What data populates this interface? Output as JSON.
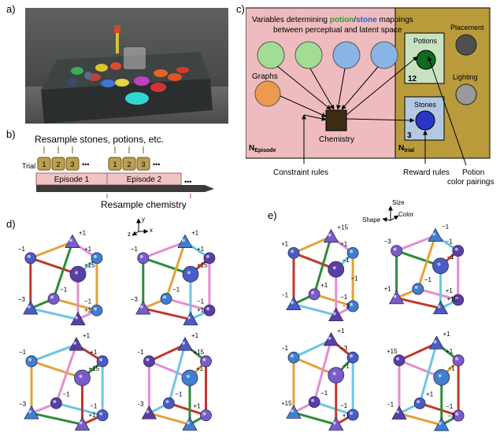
{
  "panels": {
    "a": {
      "label": "a)"
    },
    "b": {
      "label": "b)",
      "resample_top": "Resample stones, potions, etc.",
      "trial_label": "Trial",
      "trials": [
        "1",
        "2",
        "3"
      ],
      "ellipsis": "•••",
      "episodes": [
        "Episode 1",
        "Episode 2"
      ],
      "resample_bottom": "Resample chemistry"
    },
    "c": {
      "label": "c)",
      "title_pre": "Variables determining ",
      "title_potion": "potion",
      "title_slash": "/",
      "title_stone": "stone",
      "title_post": " mappings",
      "title_line2": "between perceptual and latent space",
      "graphs": "Graphs",
      "chemistry": "Chemistry",
      "n_episode": "N",
      "n_episode_sub": "Episode",
      "potions": "Potions",
      "potions_count": "12",
      "stones": "Stones",
      "stones_count": "3",
      "n_trial": "N",
      "n_trial_sub": "trial",
      "placement": "Placement",
      "lighting": "Lighting",
      "constraint_rules": "Constraint rules",
      "reward_rules": "Reward rules",
      "potion_pairings_1": "Potion",
      "potion_pairings_2": "color pairings",
      "colors": {
        "green": "#a3dc95",
        "blue": "#8ab4e6",
        "orange": "#ec9a4d",
        "bg": "#eebcbe",
        "gold": "#b99b3c"
      }
    },
    "d": {
      "label": "d)",
      "axes": {
        "y": "y",
        "z": "z",
        "x": "x"
      },
      "cubes": [
        {
          "labels": [
            "-1",
            "+1",
            "+1",
            "+15",
            "-3",
            "-1",
            "-1",
            "+1"
          ]
        },
        {
          "labels": [
            "-1",
            "+1",
            "+1",
            "+15",
            "-3",
            "-1",
            "-1",
            "+1"
          ]
        },
        {
          "labels": [
            "-1",
            "+1",
            "+1",
            "+15",
            "-3",
            "-1",
            "-1",
            "+1"
          ]
        },
        {
          "labels": [
            "-1",
            "+1",
            "+15",
            "+1",
            "-3",
            "-1",
            "+1"
          ]
        }
      ]
    },
    "e": {
      "label": "e)",
      "axes": {
        "size": "Size",
        "shape": "Shape",
        "color": "Color"
      },
      "cubes": [
        {
          "labels": [
            "+1",
            "+15",
            "+1",
            "-1",
            "-1",
            "+1",
            "-1",
            "-3",
            "-1"
          ]
        },
        {
          "labels": [
            "-3",
            "-1",
            "-1",
            "-1",
            "+1",
            "-1",
            "+1",
            "+15"
          ]
        },
        {
          "labels": [
            "-1",
            "+1",
            "-3",
            "-1",
            "+15",
            "-1",
            "-1",
            "+1"
          ]
        },
        {
          "labels": [
            "+15",
            "+1",
            "+1",
            "-1",
            "-1",
            "+1",
            "-1",
            "-3"
          ]
        }
      ]
    }
  }
}
